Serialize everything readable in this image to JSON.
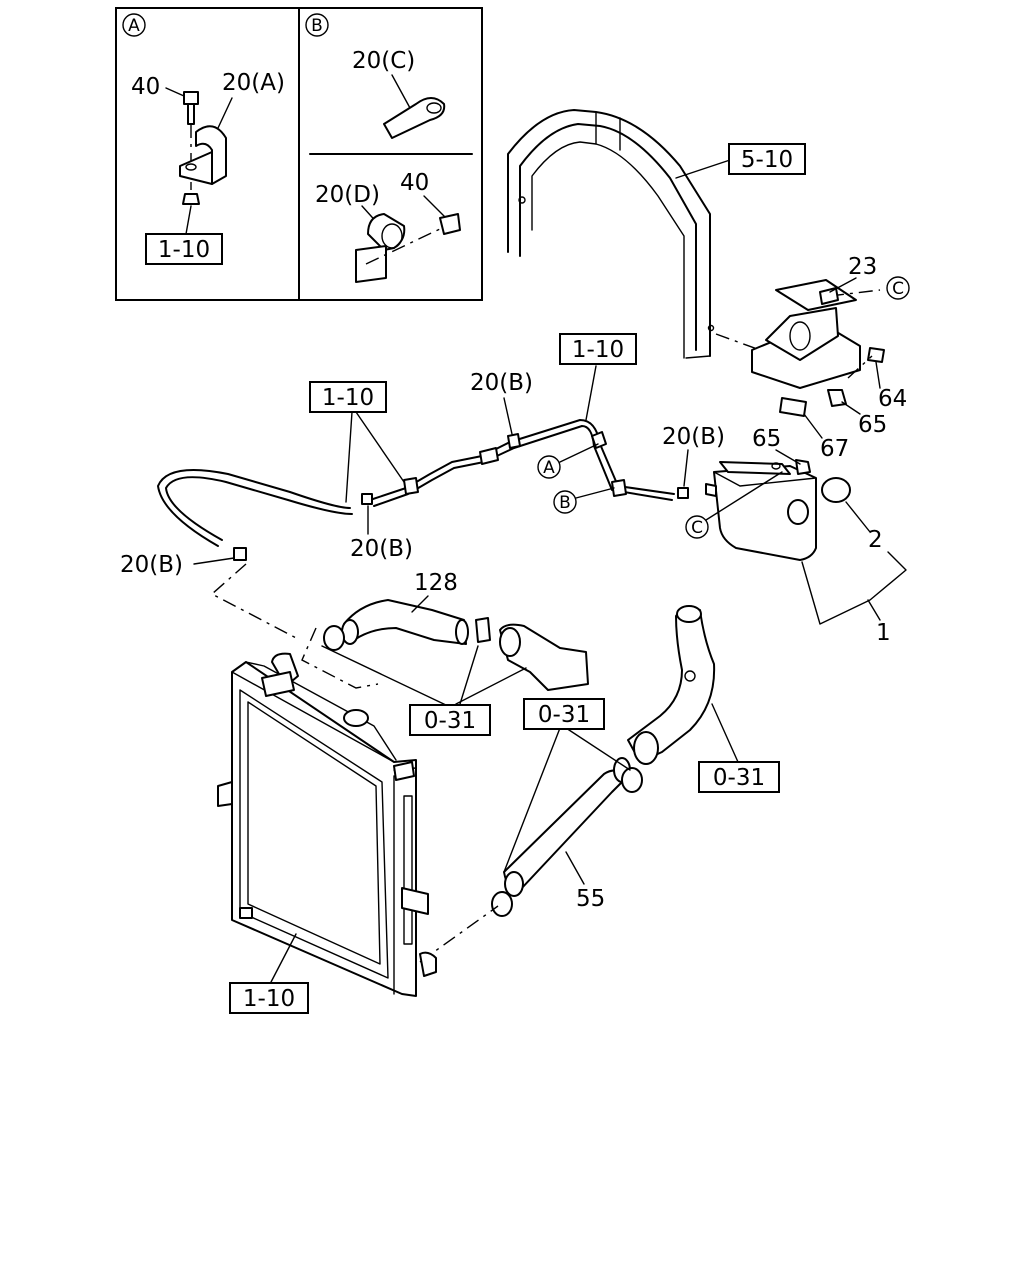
{
  "inset": {
    "a": {
      "circle": "A",
      "labels": {
        "bolt": "40",
        "clip": "20(A)",
        "ref": "1-10"
      }
    },
    "b": {
      "circle": "B",
      "labels": {
        "clip_c": "20(C)",
        "clip_d": "20(D)",
        "bolt": "40"
      }
    }
  },
  "refs": {
    "frame": "5-10",
    "hose_top": "1-10",
    "hose_left": "1-10",
    "radiator": "1-10",
    "engine_mid": "0-31",
    "engine_low": "0-31",
    "engine_right": "0-31"
  },
  "labels": {
    "bracket_bolt": "23",
    "bolt_64": "64",
    "nut_65_bracket": "65",
    "bolt_67": "67",
    "nut_65_tank": "65",
    "cap": "2",
    "tank": "1",
    "clip_b_1": "20(B)",
    "clip_b_2": "20(B)",
    "clip_b_3": "20(B)",
    "clip_b_4": "20(B)",
    "hose_128": "128",
    "hose_55": "55"
  },
  "callouts": {
    "a": "A",
    "b": "B",
    "c_tank": "C",
    "c_bracket": "C"
  }
}
